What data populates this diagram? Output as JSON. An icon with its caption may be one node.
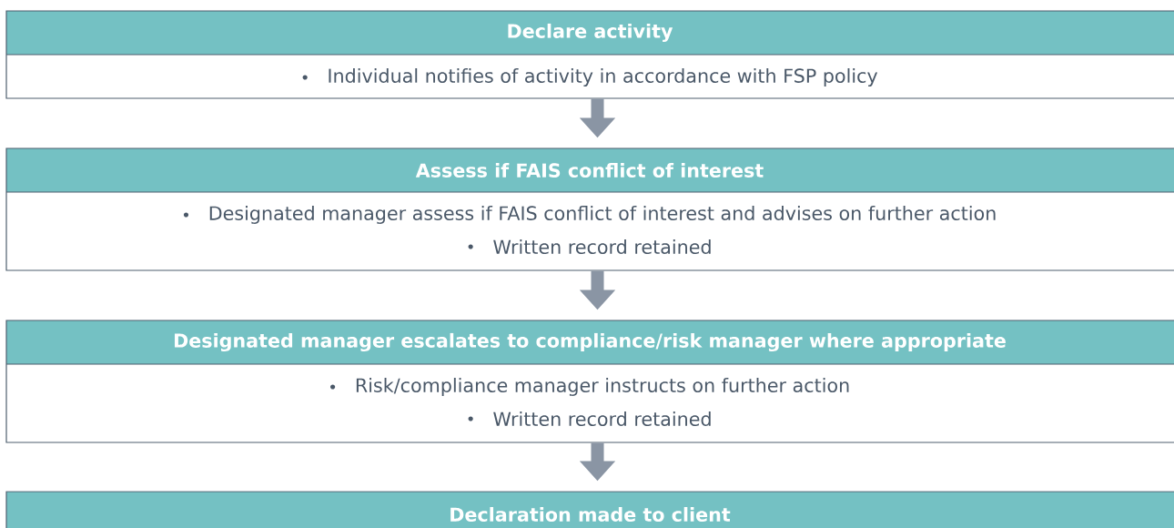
{
  "diagram": {
    "nodes": [
      {
        "text": [
          "Declare activity",
          "Individual notifies of activity in accordance with FSP policy"
        ]
      },
      {
        "text": [
          "Assess if FAIS conflict of interest",
          "Designated manager assess if FAIS conflict of interest and advises on further action",
          "Written record retained"
        ]
      },
      {
        "text": [
          "Designated manager escalates to compliance/risk manager where appropriate",
          "Risk/compliance manager instructs on further action",
          "Written record retained"
        ]
      },
      {
        "text": [
          "Declaration made to client"
        ]
      }
    ],
    "edges": [
      {
        "from": 0,
        "to": 1,
        "arrow": "to"
      },
      {
        "from": 1,
        "to": 2,
        "arrow": "to"
      },
      {
        "from": 2,
        "to": 3,
        "arrow": "to"
      }
    ]
  }
}
